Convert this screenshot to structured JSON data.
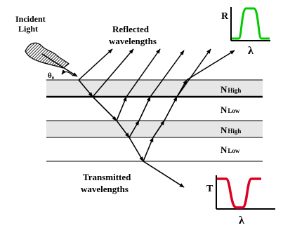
{
  "labels": {
    "incident": [
      "Incident",
      "Light"
    ],
    "angle": "θ₀",
    "reflected": [
      "Reflected",
      "wavelengths"
    ],
    "transmitted": [
      "Transmitted",
      "wavelengths"
    ]
  },
  "layers": [
    {
      "symbol": "N",
      "subscript": "High",
      "fill": "#e6e6e6"
    },
    {
      "symbol": "N",
      "subscript": "Low",
      "fill": "#ffffff"
    },
    {
      "symbol": "N",
      "subscript": "High",
      "fill": "#e6e6e6"
    },
    {
      "symbol": "N",
      "subscript": "Low",
      "fill": "#ffffff"
    }
  ],
  "reflectance_plot": {
    "y_label": "R",
    "x_label": "λ",
    "curve_color": "#00cc00",
    "shape": "peak"
  },
  "transmittance_plot": {
    "y_label": "T",
    "x_label": "λ",
    "curve_color": "#dd0022",
    "shape": "dip"
  },
  "colors": {
    "ink": "#000000",
    "layer_gray": "#e6e6e6"
  }
}
